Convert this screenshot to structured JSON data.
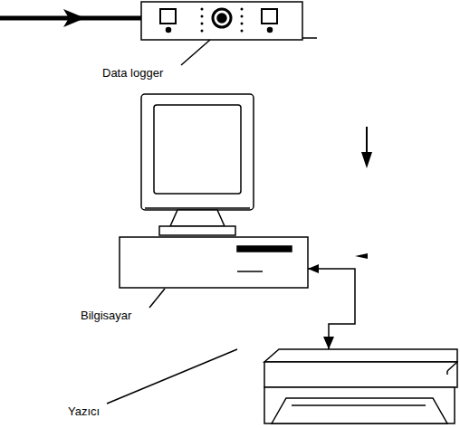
{
  "diagram": {
    "labels": [
      "Data logger",
      "Bilgisayar",
      "Yazıcı"
    ]
  }
}
